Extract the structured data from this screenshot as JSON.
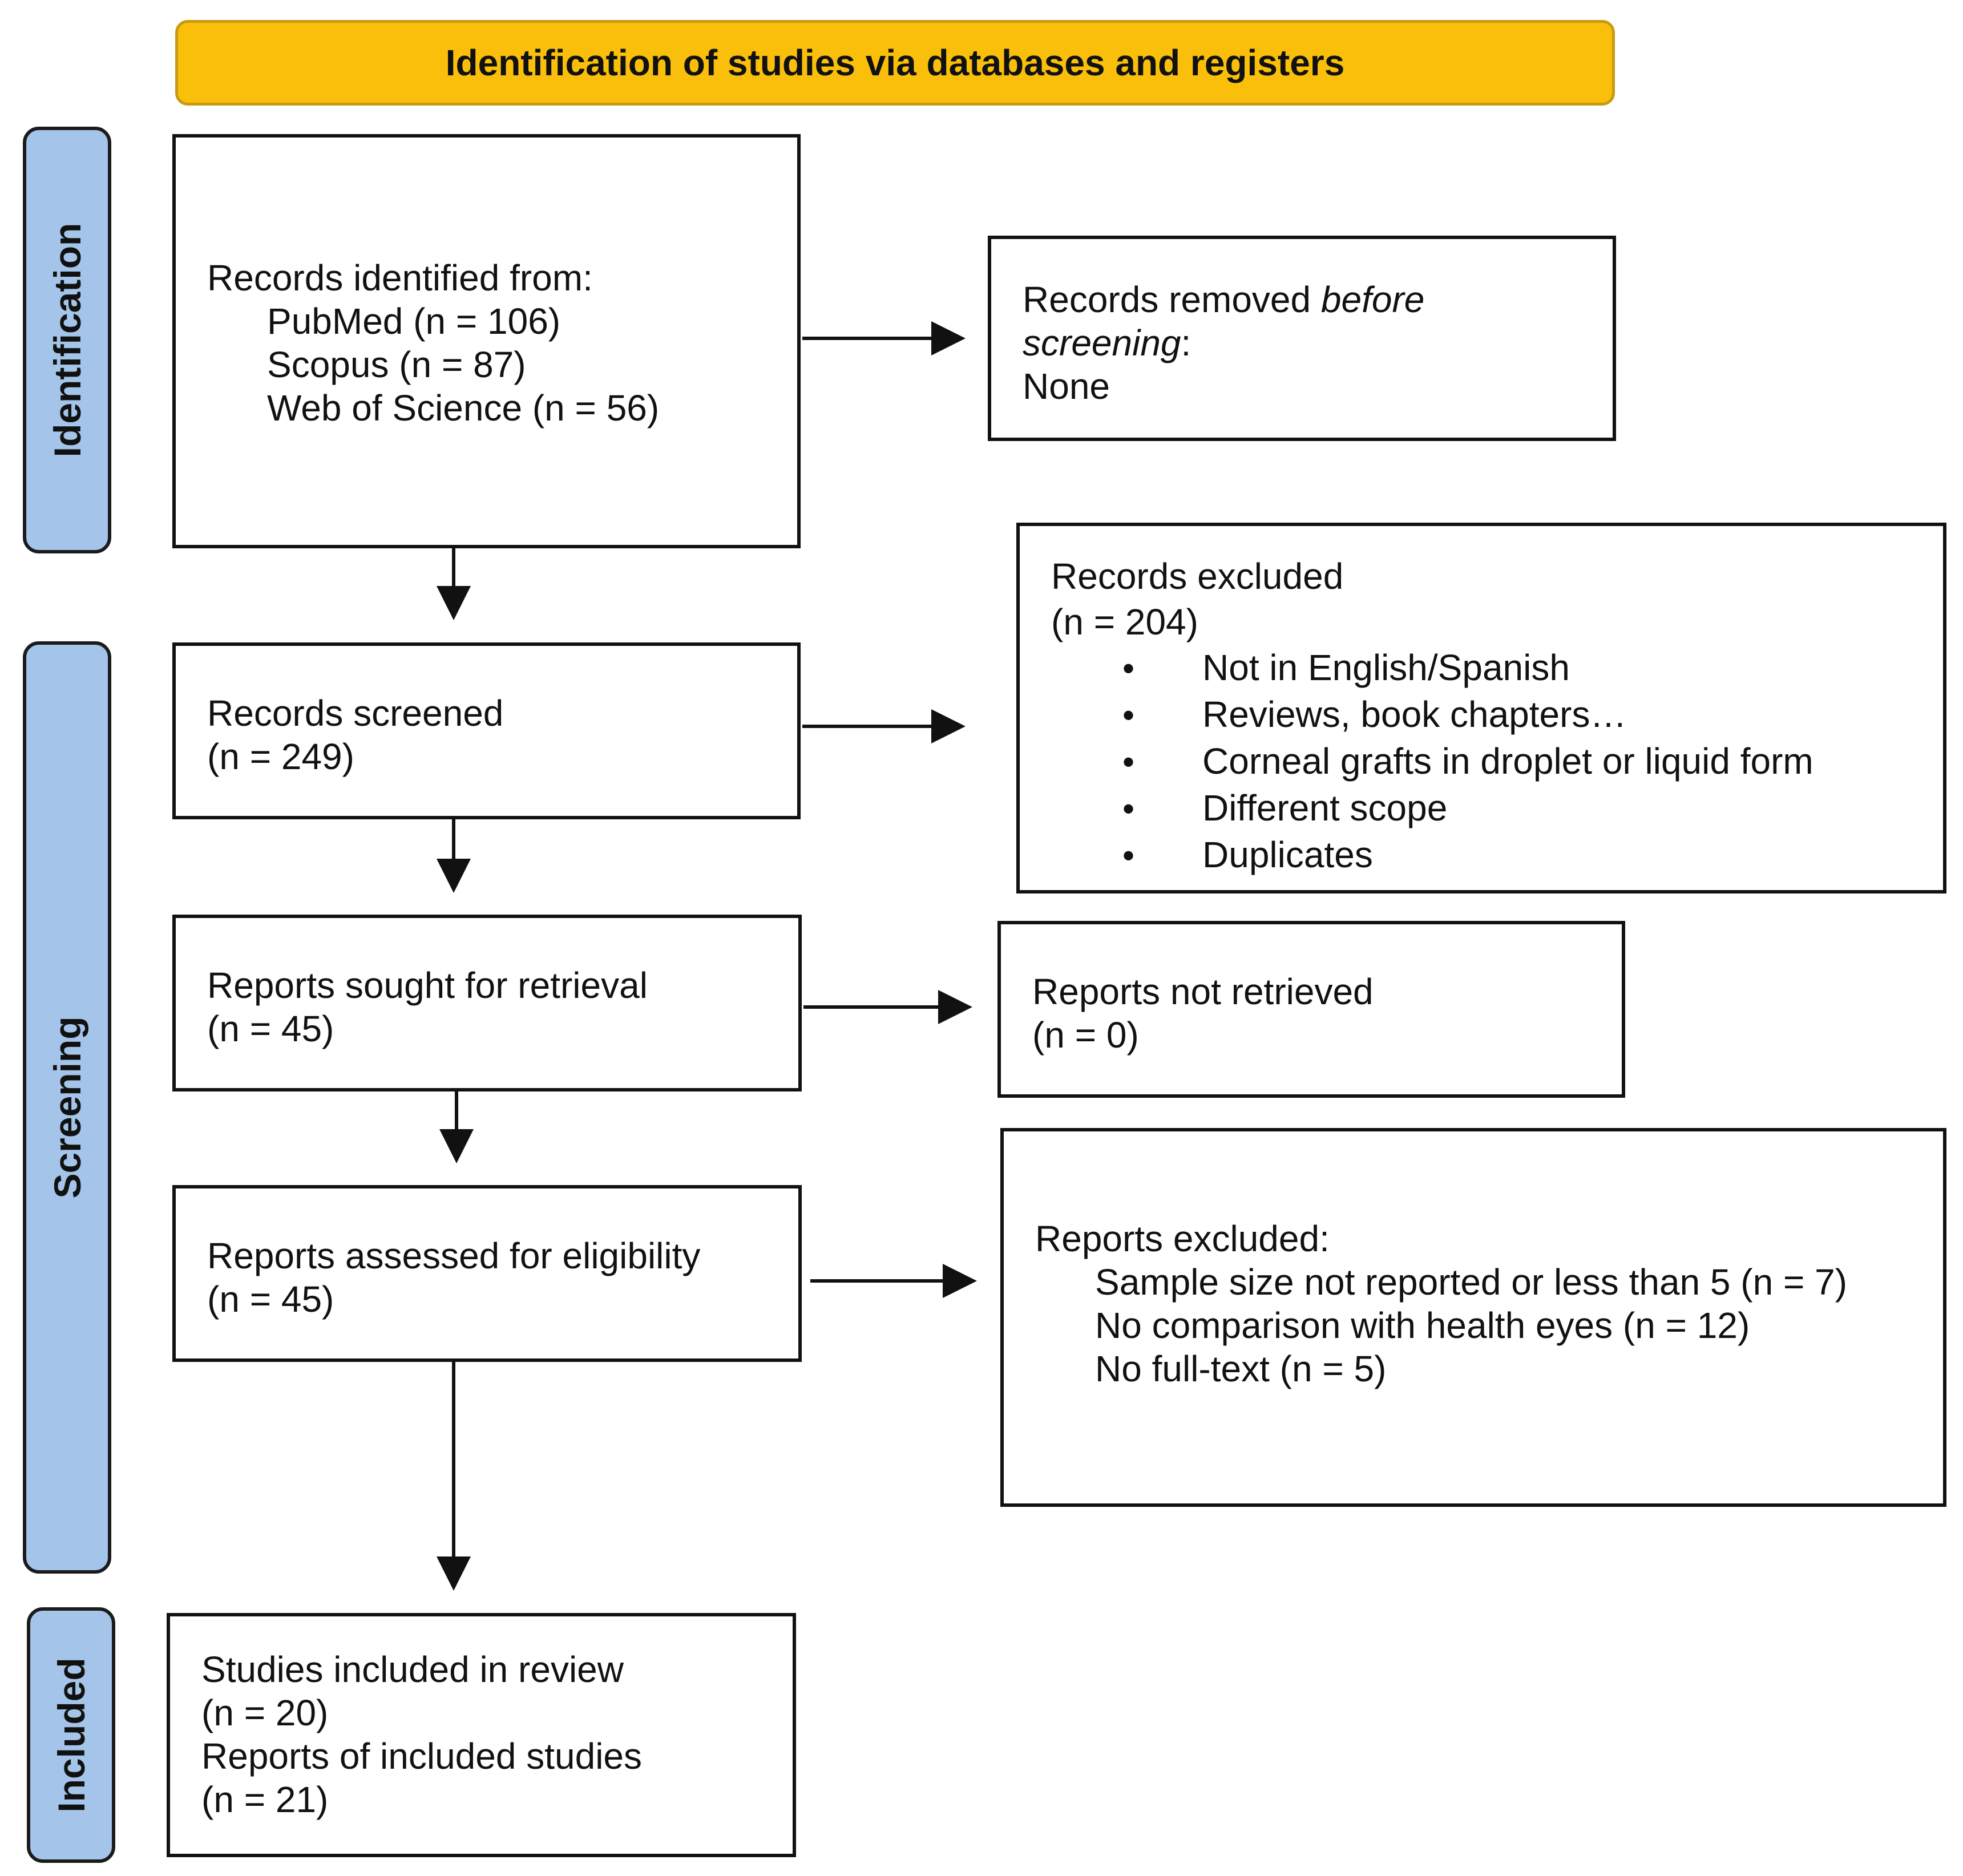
{
  "header": {
    "title": "Identification of studies via databases and registers"
  },
  "stages": {
    "identification": "Identification",
    "screening": "Screening",
    "included": "Included"
  },
  "boxes": {
    "records_identified": {
      "heading": "Records identified from:",
      "sources": [
        "PubMed (n = 106)",
        "Scopus (n = 87)",
        "Web of Science (n = 56)"
      ]
    },
    "records_removed": {
      "text_a": "Records removed ",
      "text_b_italic": "before",
      "text_c_italic": "screening",
      "text_d": ":",
      "value": "None"
    },
    "records_screened": {
      "label": "Records screened",
      "count": "(n = 249)"
    },
    "records_excluded": {
      "label": "Records excluded",
      "count": "(n =  204)",
      "bullet": "•",
      "reasons": [
        "Not in English/Spanish",
        "Reviews, book chapters…",
        "Corneal grafts in droplet or liquid form",
        "Different scope",
        "Duplicates"
      ]
    },
    "reports_sought": {
      "label": "Reports sought for retrieval",
      "count": "(n = 45)"
    },
    "reports_not_retrieved": {
      "label": "Reports not retrieved",
      "count": "(n = 0)"
    },
    "reports_assessed": {
      "label": "Reports assessed for eligibility",
      "count": "(n = 45)"
    },
    "reports_excluded": {
      "label": "Reports excluded:",
      "reasons": [
        "Sample size not reported or less than 5 (n = 7)",
        "No comparison with health eyes (n = 12)",
        "No full-text (n = 5)"
      ]
    },
    "studies_included": {
      "label_studies": "Studies included in review",
      "count_studies": "(n = 20)",
      "label_reports": "Reports of included studies",
      "count_reports": "(n = 21)"
    }
  },
  "colors": {
    "header_fill": "#f9bf0a",
    "stage_fill": "#a4c5e9",
    "line": "#111111"
  }
}
